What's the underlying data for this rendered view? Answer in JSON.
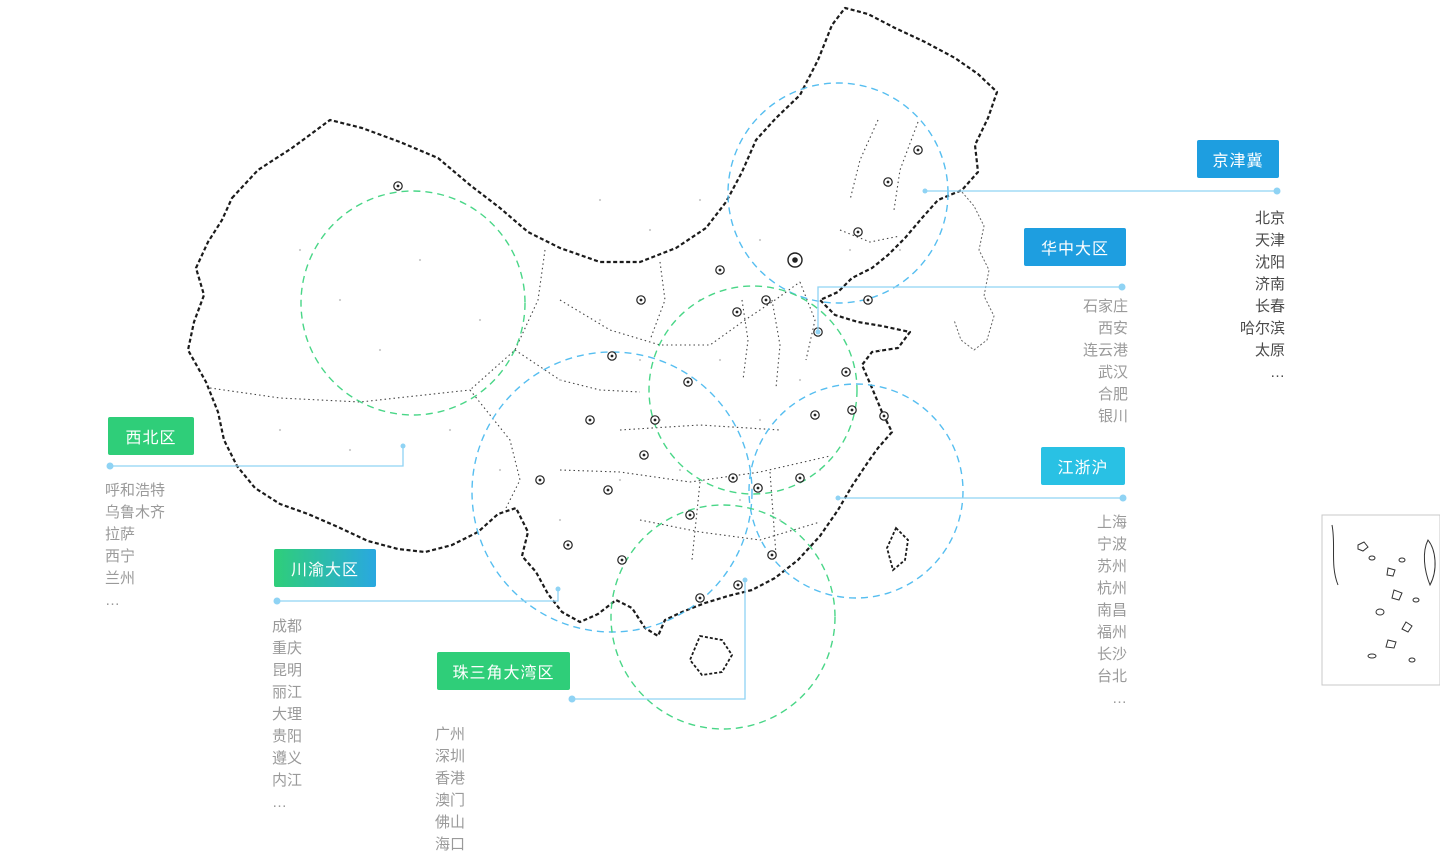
{
  "page": {
    "background": "#ffffff"
  },
  "colors": {
    "blue_label": "#1E9EE0",
    "cyan_label": "#29C1E4",
    "green_label": "#2FCE79",
    "gradient_label_start": "#2FCE79",
    "gradient_label_end": "#29A8E0",
    "leader_line": "#8FD3F4",
    "dashed_circle_blue": "#56BEF0",
    "dashed_circle_green": "#49D687",
    "map_outline": "#1b1b1b",
    "city_text": "#9a9a9a",
    "city_text_dark": "#4a4a4a"
  },
  "regions": [
    {
      "id": "jingjinji",
      "label": "京津冀",
      "cities": [
        "北京",
        "天津",
        "沈阳",
        "济南",
        "长春",
        "哈尔滨",
        "太原",
        "…"
      ]
    },
    {
      "id": "huazhong",
      "label": "华中大区",
      "cities": [
        "石家庄",
        "西安",
        "连云港",
        "武汉",
        "合肥",
        "银川"
      ]
    },
    {
      "id": "xibei",
      "label": "西北区",
      "cities": [
        "呼和浩特",
        "乌鲁木齐",
        "拉萨",
        "西宁",
        "兰州",
        "…"
      ]
    },
    {
      "id": "jiangzhehu",
      "label": "江浙沪",
      "cities": [
        "上海",
        "宁波",
        "苏州",
        "杭州",
        "南昌",
        "福州",
        "长沙",
        "台北",
        "…"
      ]
    },
    {
      "id": "chuanyu",
      "label": "川渝大区",
      "cities": [
        "成都",
        "重庆",
        "昆明",
        "丽江",
        "大理",
        "贵阳",
        "遵义",
        "内江",
        "…"
      ]
    },
    {
      "id": "zhusanjiao",
      "label": "珠三角大湾区",
      "cities": [
        "广州",
        "深圳",
        "香港",
        "澳门",
        "佛山",
        "海口",
        "…"
      ]
    }
  ]
}
